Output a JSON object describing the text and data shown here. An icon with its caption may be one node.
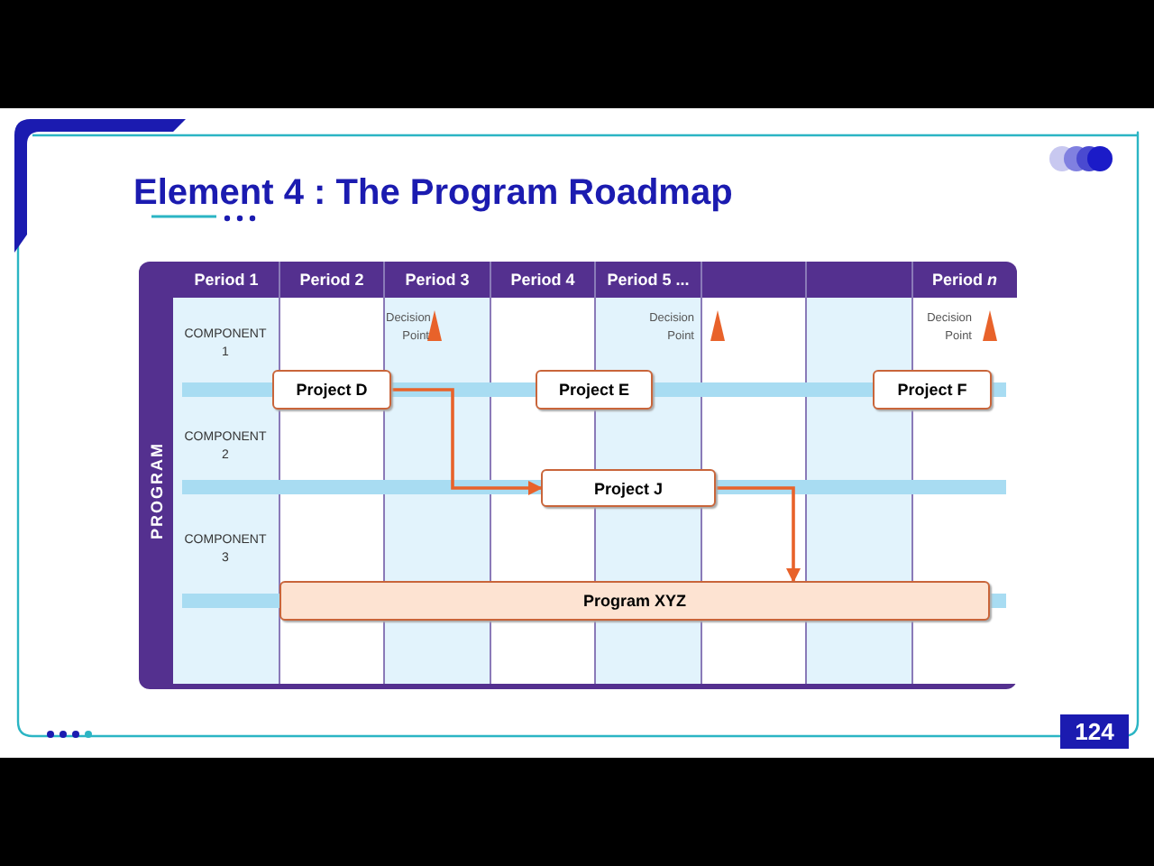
{
  "diagram": {
    "title": "Element 4 : The Program Roadmap",
    "nodes": [
      {
        "text": [
          "Project D"
        ]
      },
      {
        "text": [
          "Project E"
        ]
      },
      {
        "text": [
          "Project F"
        ]
      },
      {
        "text": [
          "Project J"
        ]
      },
      {
        "text": [
          "Program XYZ"
        ]
      }
    ],
    "edges": [
      {
        "from": 0,
        "to": 3,
        "arrow": "to"
      },
      {
        "from": 3,
        "to": 4,
        "arrow": "to"
      }
    ],
    "labels": [
      "Period 1",
      "Period 2",
      "Period 3",
      "Period 4",
      "Period 5 ...",
      "Period *n*",
      "COMPONENT 1",
      "Decision Point",
      "Decision Point",
      "Decision Point",
      "PROGRAM",
      "COMPONENT 2",
      "COMPONENT 3",
      "124"
    ]
  }
}
